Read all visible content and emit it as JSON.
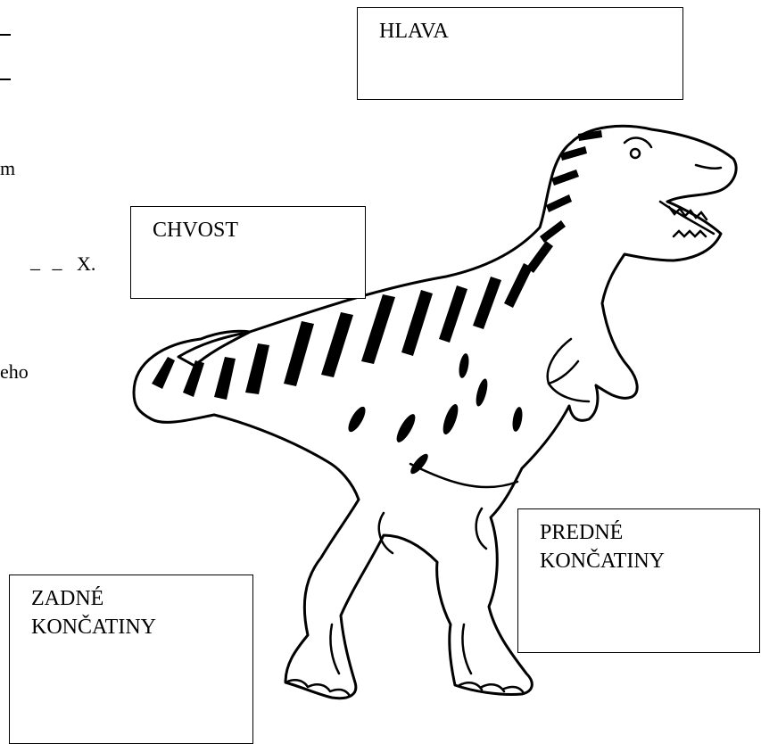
{
  "left_fragments": {
    "line1_dash": "_",
    "line2_dash": "_",
    "line3": "m",
    "line4_blanks": "_ _",
    "line4_letter": "X.",
    "line5": "eho"
  },
  "labels": {
    "head": "HLAVA",
    "tail": "CHVOST",
    "front_limbs_1": "PREDNÉ",
    "front_limbs_2": "KONČATINY",
    "hind_limbs_1": "ZADNÉ",
    "hind_limbs_2": "KONČATINY"
  }
}
